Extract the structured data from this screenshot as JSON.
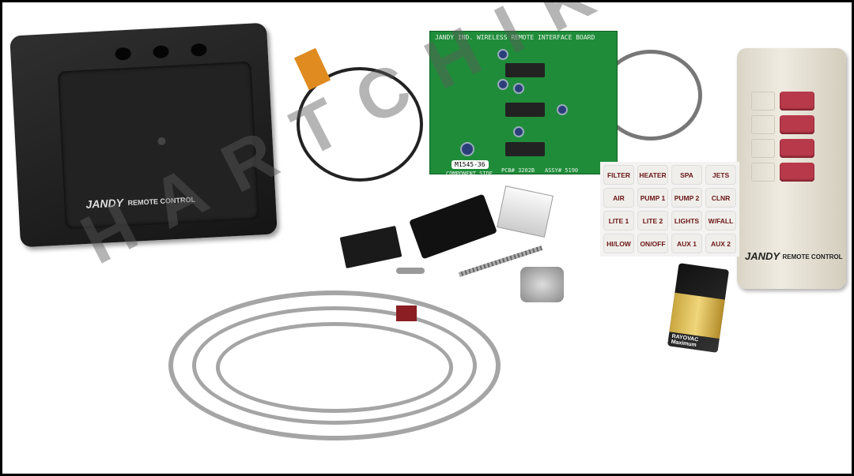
{
  "receiver": {
    "brand": "JANDY",
    "brand_sub": "REMOTE CONTROL"
  },
  "pcb": {
    "title": "JANDY IND.   WIRELESS REMOTE INTERFACE BOARD",
    "tag": "M1545-36",
    "pcb_label": "PCB# 3202B",
    "assy_label": "ASSY# 5190",
    "side_label": "COMPONENT SIDE"
  },
  "label_sheet": [
    "FILTER",
    "HEATER",
    "SPA",
    "JETS",
    "AIR",
    "PUMP 1",
    "PUMP 2",
    "CLNR",
    "LITE 1",
    "LITE 2",
    "LIGHTS",
    "W/FALL",
    "HI/LOW",
    "ON/OFF",
    "AUX 1",
    "AUX 2"
  ],
  "remote": {
    "brand": "JANDY",
    "brand_sub": "REMOTE CONTROL",
    "button_count": 4
  },
  "battery": {
    "brand": "RAYOVAC",
    "product": "Maximum"
  },
  "watermark": "HARTCHIK"
}
